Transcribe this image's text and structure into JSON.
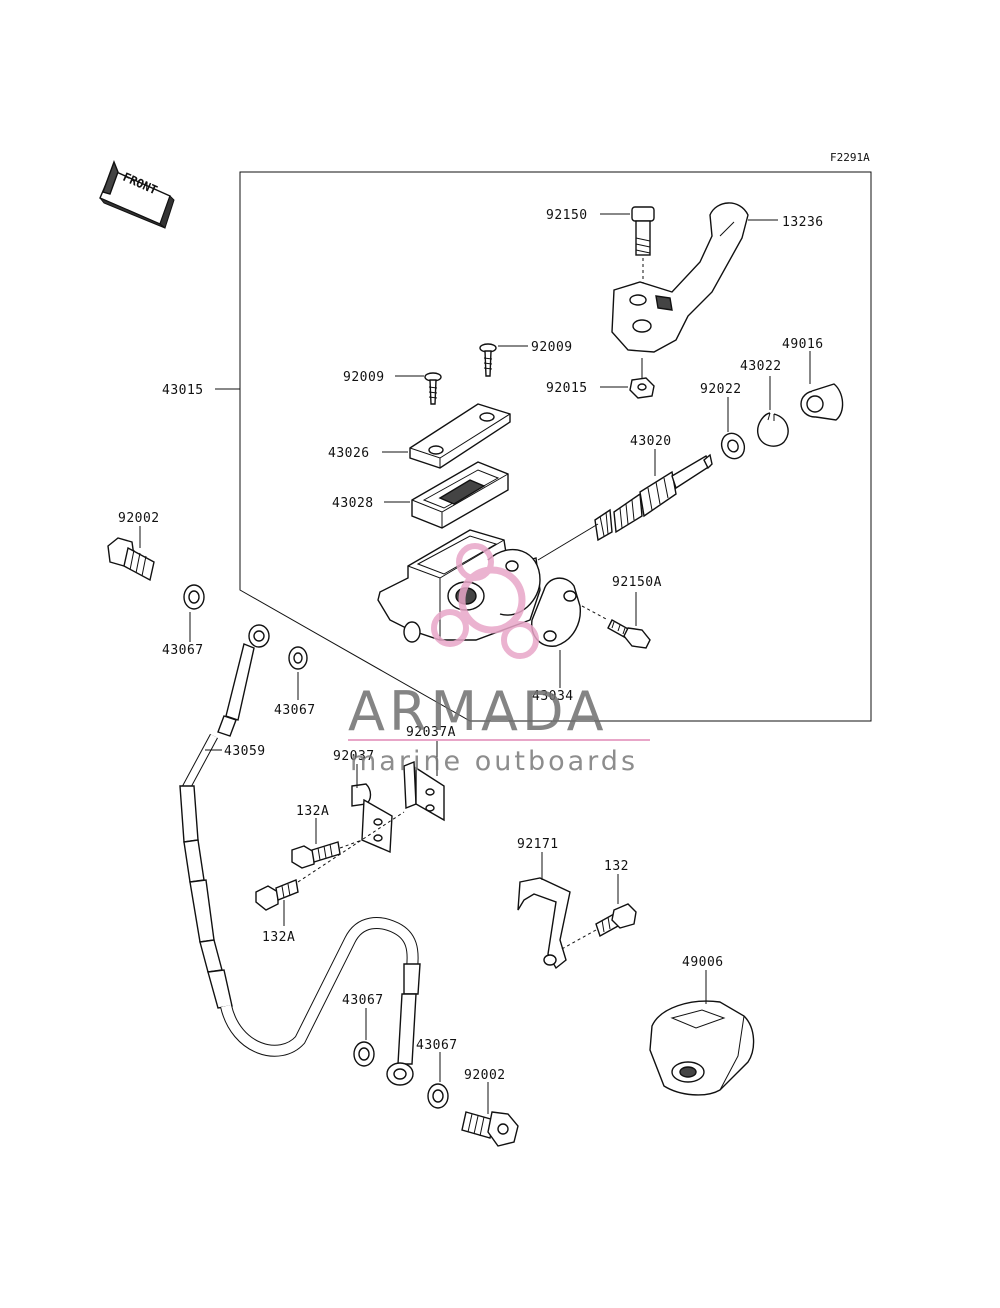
{
  "figure_ref": "F2291A",
  "front_label": "FRONT",
  "watermark": {
    "brand": "ARMADA",
    "tagline": "marine outboards",
    "accent_color": "#e8a6c8",
    "text_color": "#6f6f6f"
  },
  "parts": {
    "p92150": "92150",
    "p13236": "13236",
    "p92009a": "92009",
    "p92009b": "92009",
    "p43015": "43015",
    "p92015": "92015",
    "p43022": "43022",
    "p49016": "49016",
    "p92022": "92022",
    "p43026": "43026",
    "p43020": "43020",
    "p43028": "43028",
    "p92002a": "92002",
    "p92150A": "92150A",
    "p43067a": "43067",
    "p43067b": "43067",
    "p43034": "43034",
    "p92037A": "92037A",
    "p43059": "43059",
    "p92037": "92037",
    "p132Aa": "132A",
    "p132Ab": "132A",
    "p92171": "92171",
    "p132": "132",
    "p49006": "49006",
    "p43067c": "43067",
    "p43067d": "43067",
    "p92002b": "92002"
  }
}
